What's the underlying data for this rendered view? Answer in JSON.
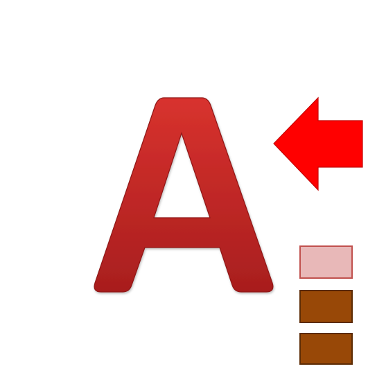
{
  "letter_glyph": {
    "icon": "letter-a-icon",
    "colors": {
      "top": "#d8322e",
      "bottom": "#a81e1e",
      "edge": "#8f1818"
    }
  },
  "arrow": {
    "icon": "arrow-left-icon",
    "fill": "#ff0000",
    "stroke": "#c40000"
  },
  "swatches": [
    {
      "name": "light-pink",
      "fill": "#e8b8b8",
      "stroke": "#c0504d"
    },
    {
      "name": "brown-1",
      "fill": "#984807",
      "stroke": "#5c2b04"
    },
    {
      "name": "brown-2",
      "fill": "#984807",
      "stroke": "#5c2b04"
    }
  ]
}
